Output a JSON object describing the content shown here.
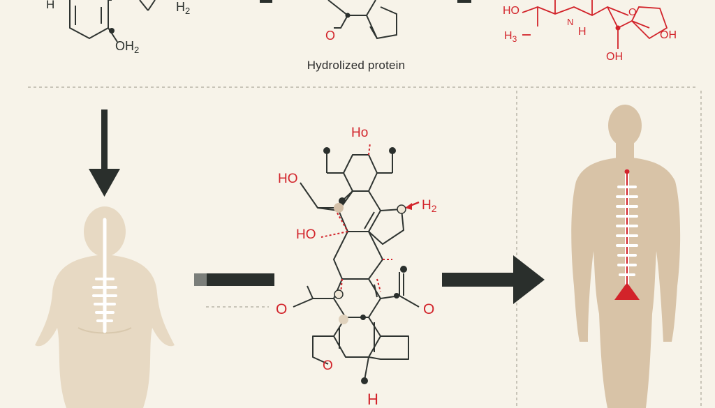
{
  "caption": "Hydrolized protein",
  "labels": {
    "top_left_h": "H",
    "top_left_oh2": "OH",
    "top_left_oh2_sub": "2",
    "top_mid_h2": "H",
    "top_mid_h2_sub": "2",
    "top_center_o": "O",
    "top_right_ho": "HO",
    "top_right_h3": "H",
    "top_right_h3_sub": "3",
    "top_right_h": "H",
    "top_right_nh": "N",
    "top_right_oh_a": "OH",
    "top_right_oh_b": "OH",
    "top_right_o": "O",
    "mol_ho_top": "Ho",
    "mol_ho_left": "HO",
    "mol_ho_mid": "HO",
    "mol_h2": "H",
    "mol_h2_sub": "2",
    "mol_o_left": "O",
    "mol_o_right": "O",
    "mol_h_bottom": "H"
  },
  "colors": {
    "background": "#f7f3e9",
    "arrow": "#2a2f2c",
    "bond": "#2f3431",
    "heteroatom": "#d2232a",
    "body_fill": "#e7d9c3",
    "body_fill_right": "#d8c3a7",
    "spine": "#ffffff",
    "spine_accent": "#d2232a",
    "divider": "#b9b4a8"
  },
  "icons": {
    "down_arrow": "down-arrow-icon",
    "right_arrow": "right-arrow-icon",
    "body_left": "human-body-icon",
    "body_right": "human-body-icon",
    "spine": "spine-icon"
  }
}
